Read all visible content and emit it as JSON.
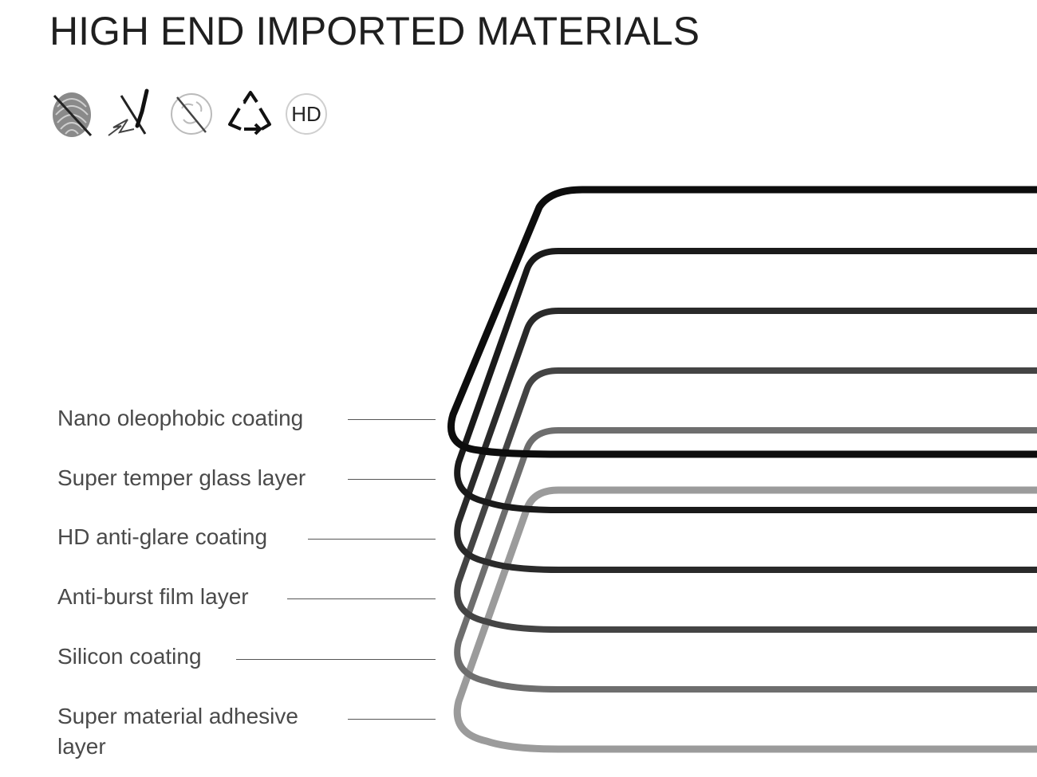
{
  "title": "HIGH END IMPORTED MATERIALS",
  "icons": [
    {
      "name": "anti-fingerprint-icon"
    },
    {
      "name": "anti-scratch-icon"
    },
    {
      "name": "anti-shatter-icon"
    },
    {
      "name": "recycle-icon"
    },
    {
      "name": "hd-icon",
      "text": "HD"
    }
  ],
  "layers": [
    {
      "label": "Nano oleophobic coating",
      "color": "#111111"
    },
    {
      "label": "Super temper glass layer",
      "color": "#1c1c1c"
    },
    {
      "label": "HD anti-glare coating",
      "color": "#2a2a2a"
    },
    {
      "label": "Anti-burst film layer",
      "color": "#3a3a3a"
    },
    {
      "label": "Silicon coating",
      "color": "#555555"
    },
    {
      "label": "Super material adhesive layer",
      "color": "#7a7a7a"
    }
  ]
}
